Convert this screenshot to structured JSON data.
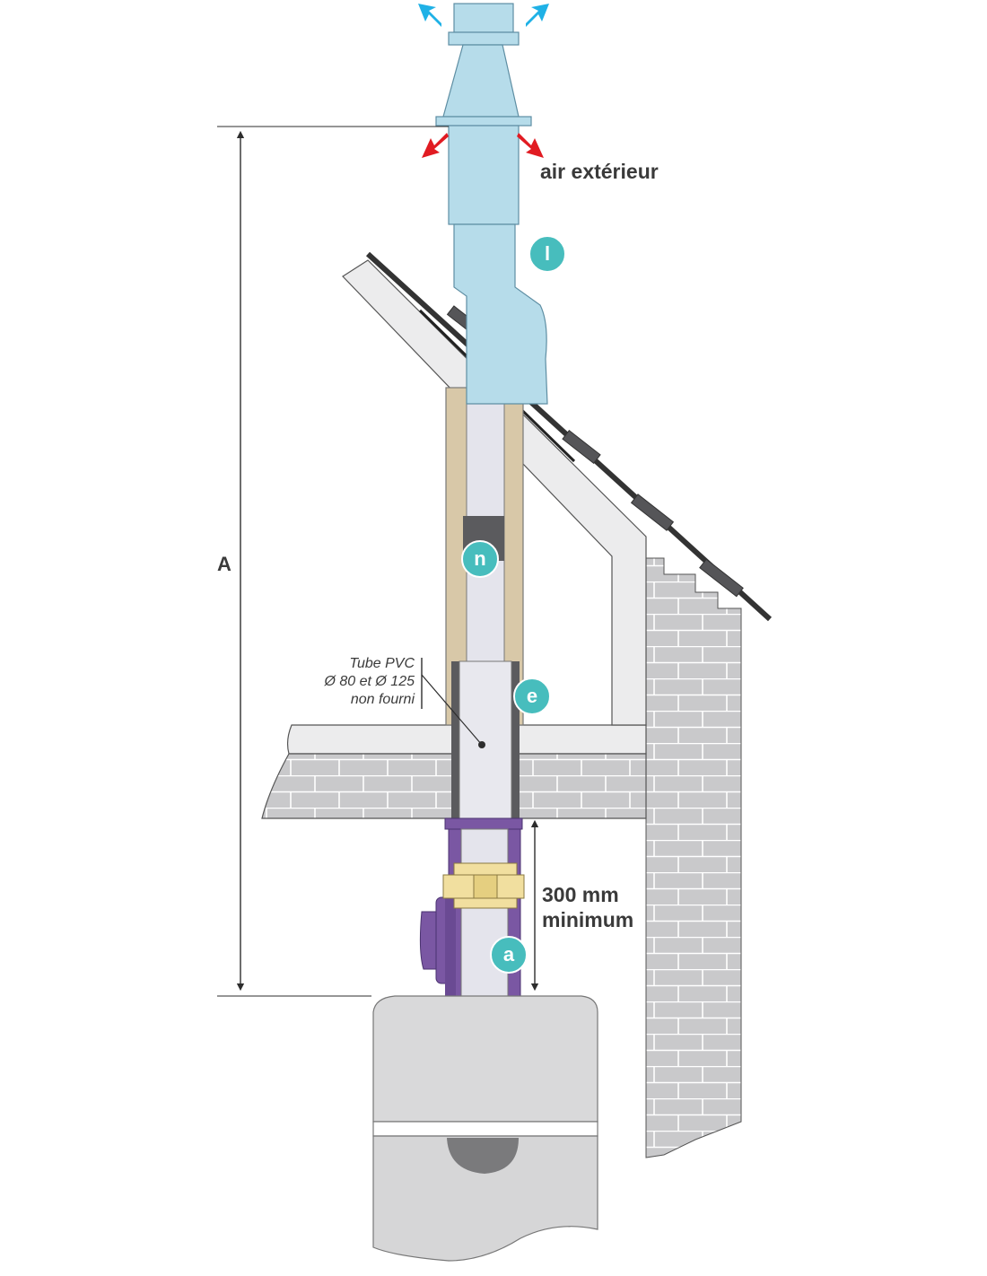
{
  "labels": {
    "air_exterieur": "air extérieur",
    "dimension_A": "A",
    "min_length_value": "300 mm",
    "min_length_word": "minimum",
    "pvc_line1": "Tube PVC",
    "pvc_line2": "Ø 80 et Ø 125",
    "pvc_line3": "non fourni"
  },
  "badges": {
    "l": "l",
    "n": "n",
    "e": "e",
    "a": "a"
  },
  "colors": {
    "terminal": "#b6dcea",
    "badge": "#47bdbd",
    "arrow_in": "#e11b22",
    "arrow_out": "#1fb1e6",
    "purple": "#7a57a3",
    "brick": "#c7c7c9",
    "insulation": "#d6c6a6"
  }
}
